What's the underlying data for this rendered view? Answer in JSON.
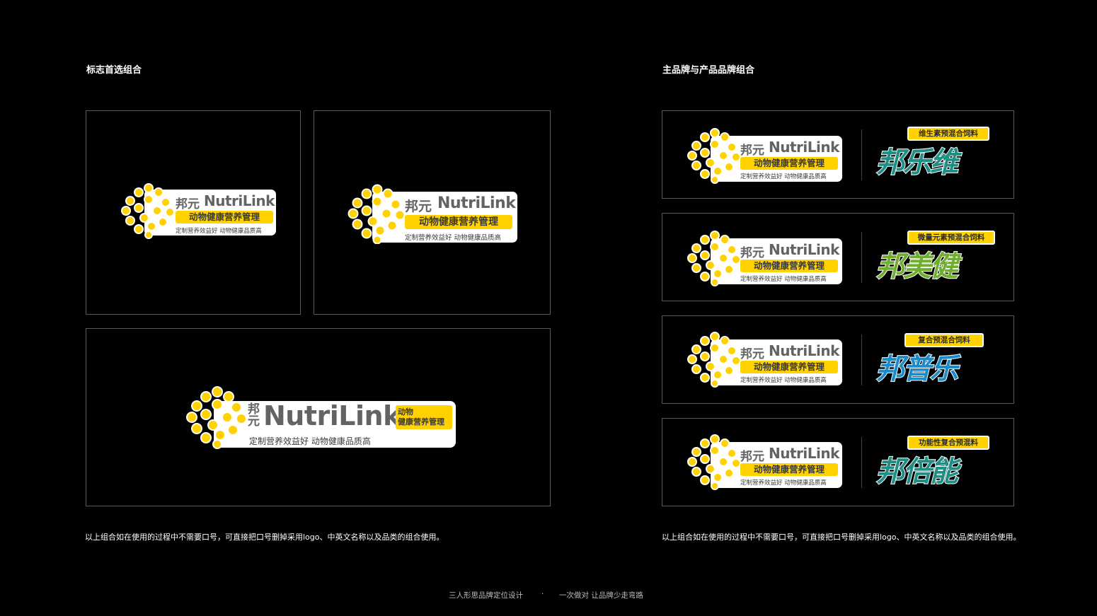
{
  "left_title": "标志首选组合",
  "right_title": "主品牌与产品品牌组合",
  "note_left": "以上组合如在使用的过程中不需要口号，可直接把口号删掉采用logo、中英文名称以及品类的组合使用。",
  "note_right": "以上组合如在使用的过程中不需要口号，可直接把口号删掉采用logo、中英文名称以及品类的组合使用。",
  "logo": {
    "cn": "邦元",
    "en": "NutriLink",
    "category": "动物健康营养管理",
    "category_line1": "动物",
    "category_line2": "健康营养管理",
    "slogan": "定制营养效益好  动物健康品质高"
  },
  "products": [
    {
      "tag": "维生素预混合饲料",
      "name": "邦乐维",
      "color": "#1f8f86"
    },
    {
      "tag": "微量元素预混合饲料",
      "name": "邦美健",
      "color": "#6fae2e"
    },
    {
      "tag": "复合预混合饲料",
      "name": "邦普乐",
      "color": "#1b8bc9"
    },
    {
      "tag": "功能性复合预混料",
      "name": "邦倍能",
      "color": "#1f8f86"
    }
  ],
  "footer": {
    "left": "三人形思品牌定位设计",
    "sep": "·",
    "right": "一次做对  让品牌少走弯路"
  },
  "colors": {
    "accent": "#ffd200",
    "text_gray": "#636363",
    "border": "#5a5a5a"
  }
}
